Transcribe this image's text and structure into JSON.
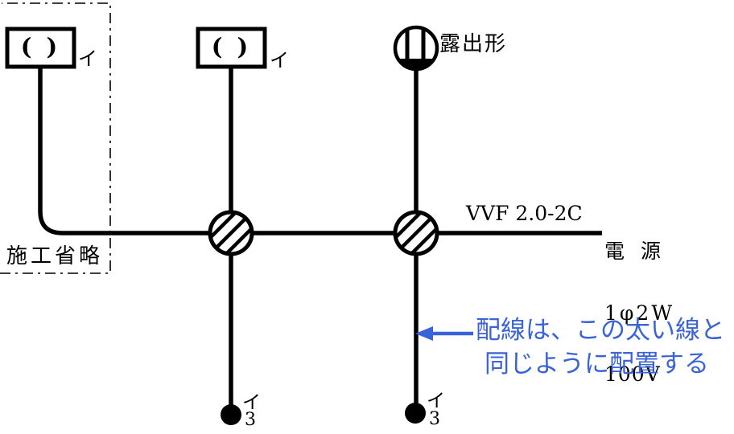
{
  "diagram": {
    "title_hint": "wiring diagram (Japanese electrical exam layout drawing)",
    "colors": {
      "line": "#000000",
      "note_blue": "#3B63D8",
      "background": "#ffffff"
    },
    "omitted_region": {
      "label": "施工省略"
    },
    "lamp_left": {
      "symbol": "( )",
      "label": "イ"
    },
    "lamp_mid": {
      "symbol": "( )",
      "label": "イ"
    },
    "ceiling_rosette": {
      "label": "露出形"
    },
    "cable": {
      "label": "VVF 2.0-2C"
    },
    "power": {
      "line1": "電 源",
      "line2": "1φ2W",
      "line3": "100V"
    },
    "switch_left": {
      "label": "イ",
      "sub": "3"
    },
    "switch_right": {
      "label": "イ",
      "sub": "3"
    },
    "note": {
      "line1": "配線は、この太い線と",
      "line2": "同じように配置する"
    }
  }
}
